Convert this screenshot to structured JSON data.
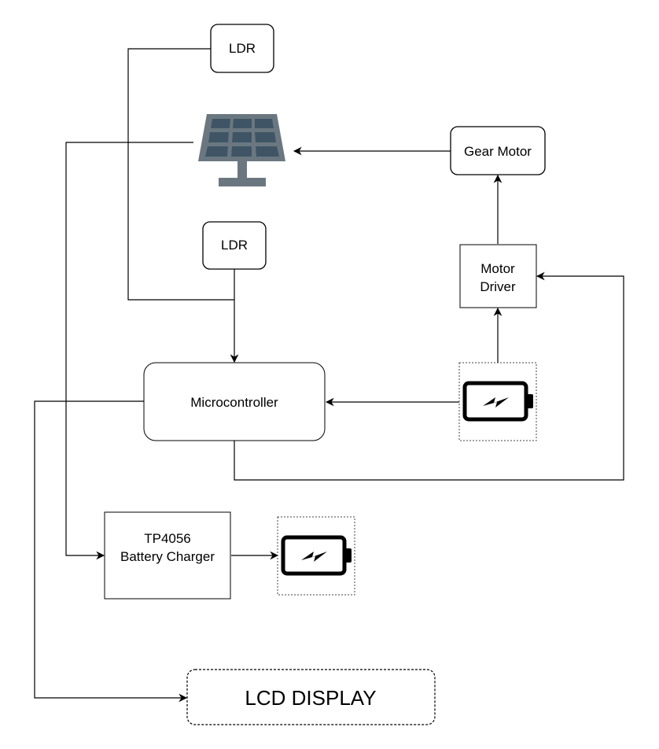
{
  "nodes": {
    "ldr_top": {
      "label": "LDR"
    },
    "ldr_bottom": {
      "label": "LDR"
    },
    "gear_motor": {
      "label": "Gear Motor"
    },
    "motor_driver": {
      "line1": "Motor",
      "line2": "Driver"
    },
    "microcontroller": {
      "label": "Microcontroller"
    },
    "charger": {
      "line1": "TP4056",
      "line2": "Battery Charger"
    },
    "lcd": {
      "label": "LCD DISPLAY"
    }
  },
  "icons": {
    "solar_panel": "solar-panel-icon",
    "battery_main": "battery-charging-icon",
    "battery_charger": "battery-charging-icon"
  },
  "colors": {
    "stroke": "#000000",
    "panel_frame": "#6b7780",
    "panel_cell": "#3f5566",
    "panel_stand": "#6b7780"
  }
}
